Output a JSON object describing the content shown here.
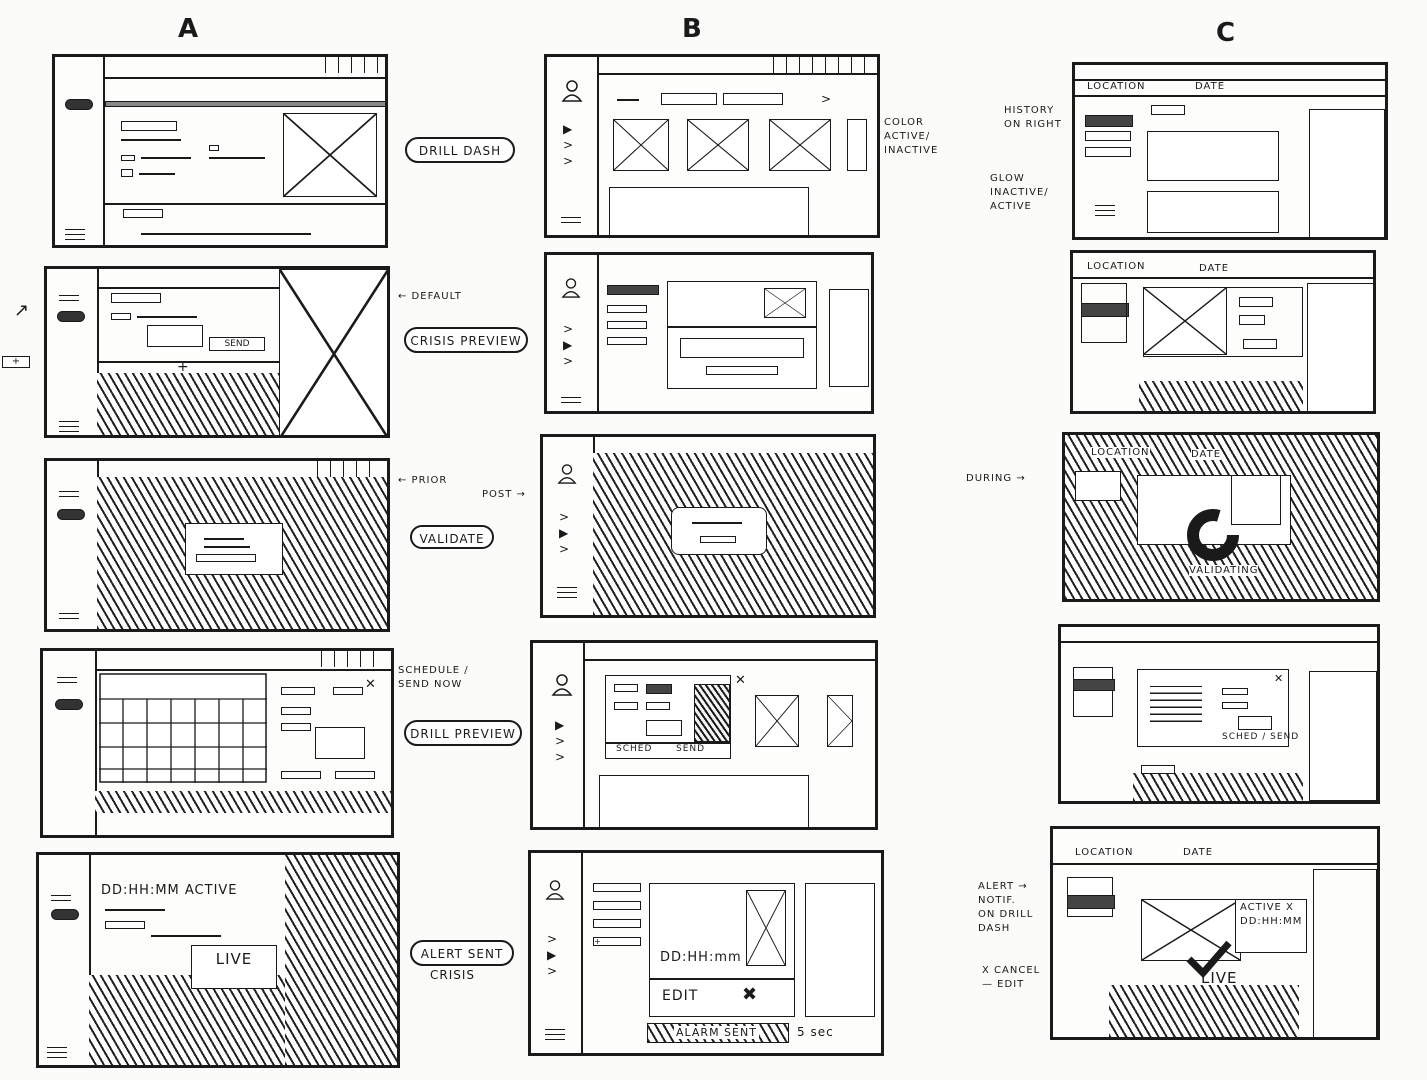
{
  "columns": {
    "a": "A",
    "b": "B",
    "c": "C"
  },
  "steps": {
    "drill_dash": "DRILL DASH",
    "crisis_preview": "CRISIS PREVIEW",
    "validate": "VALIDATE",
    "drill_preview": "DRILL PREVIEW",
    "alert_sent": "ALERT SENT",
    "crisis": "CRISIS"
  },
  "notes": {
    "color_active": "COLOR\nACTIVE/\nINACTIVE",
    "default": "← DEFAULT",
    "prior": "← PRIOR",
    "post": "POST →",
    "schedule": "SCHEDULE /\nSEND NOW",
    "history": "HISTORY\nON RIGHT",
    "glow": "GLOW\nINACTIVE/\nACTIVE",
    "during": "DURING →",
    "alert_notif": "ALERT →\nNOTIF.\nON DRILL\nDASH",
    "cancel_edit": "X CANCEL\n— EDIT"
  },
  "frame_text": {
    "send": "SEND",
    "dd_hh_mm_active": "DD:HH:MM ACTIVE",
    "live": "LIVE",
    "sched": "SCHED",
    "send_tab": "SEND",
    "dd_hh_mm": "DD:HH:mm",
    "edit": "EDIT",
    "alarm_sent": "ALARM SENT",
    "five_sec": "5 sec",
    "location": "LOCATION",
    "date": "DATE",
    "validating": "VALIDATING",
    "sched_send": "SCHED / SEND",
    "active_x": "ACTIVE X",
    "dd_hh_mm_c": "DD:HH:MM",
    "live_c": "LIVE"
  }
}
